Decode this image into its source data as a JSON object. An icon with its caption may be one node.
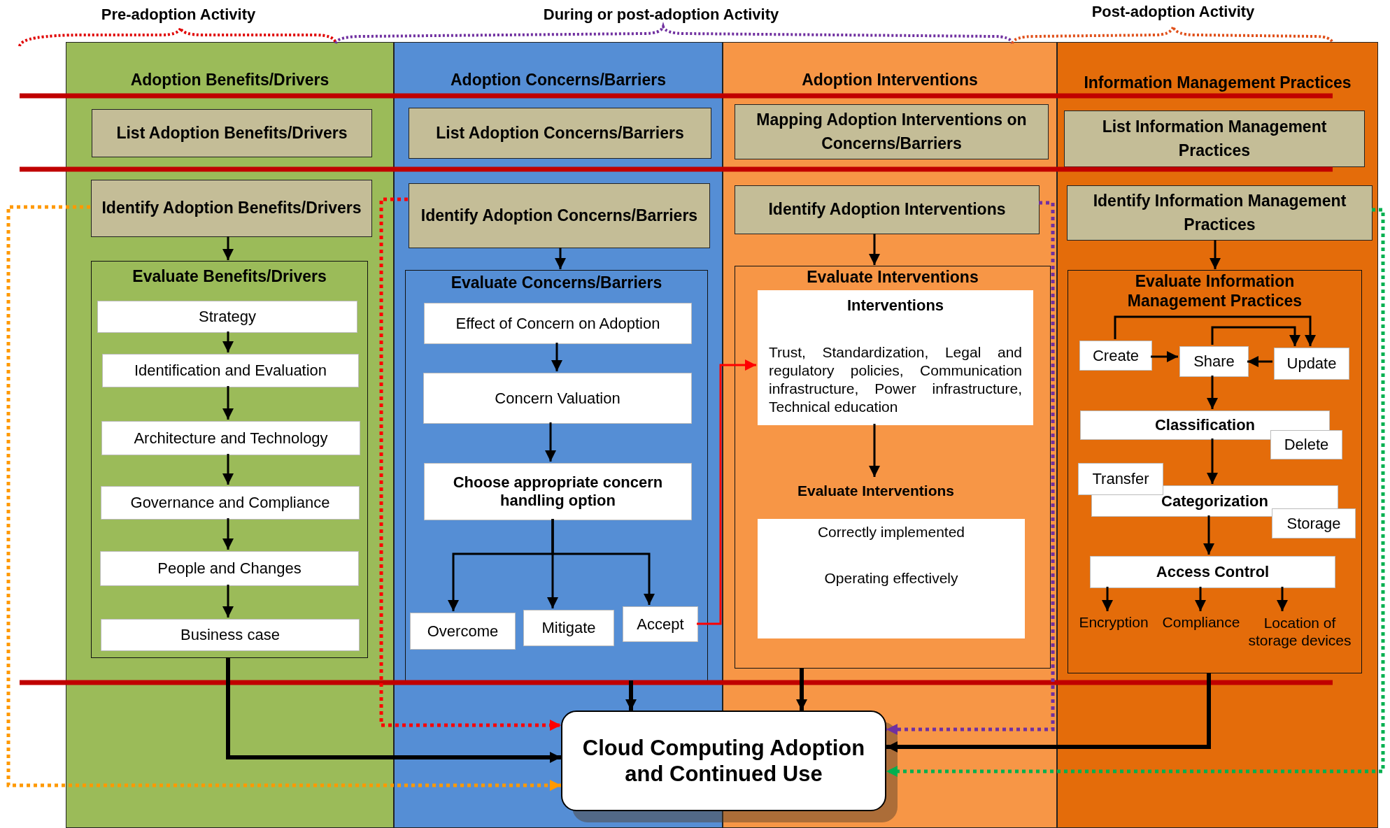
{
  "diagram": {
    "nodes": [
      {
        "text": [
          "Adoption Benefits/Drivers"
        ]
      },
      {
        "text": [
          "List Adoption Benefits/Drivers"
        ],
        "in": 0
      },
      {
        "text": [
          "Identify Adoption Benefits/Drivers"
        ],
        "in": 0
      },
      {
        "text": [
          "Evaluate Benefits/Drivers"
        ],
        "in": 0
      },
      {
        "text": [
          "Strategy"
        ],
        "in": 3
      },
      {
        "text": [
          "Identification and Evaluation"
        ],
        "in": 3
      },
      {
        "text": [
          "Architecture and Technology"
        ],
        "in": 3
      },
      {
        "text": [
          "Governance and Compliance"
        ],
        "in": 3
      },
      {
        "text": [
          "People and Changes"
        ],
        "in": 3
      },
      {
        "text": [
          "Business case"
        ],
        "in": 3
      },
      {
        "text": [
          "Adoption Concerns/Barriers"
        ]
      },
      {
        "text": [
          "List Adoption Concerns/Barriers"
        ],
        "in": 10
      },
      {
        "text": [
          "Identify Adoption Concerns/Barriers"
        ],
        "in": 10
      },
      {
        "text": [
          "Evaluate Concerns/Barriers"
        ],
        "in": 10
      },
      {
        "text": [
          "Effect of Concern on Adoption"
        ],
        "in": 13
      },
      {
        "text": [
          "Concern Valuation"
        ],
        "in": 13
      },
      {
        "text": [
          "Choose appropriate concern handling option"
        ],
        "in": 13
      },
      {
        "text": [
          "Overcome"
        ],
        "in": 13
      },
      {
        "text": [
          "Mitigate"
        ],
        "in": 13
      },
      {
        "text": [
          "Accept"
        ],
        "in": 13
      },
      {
        "text": [
          "Adoption Interventions"
        ]
      },
      {
        "text": [
          "Mapping Adoption Interventions on Concerns/Barriers"
        ],
        "in": 20
      },
      {
        "text": [
          "Identify Adoption Interventions"
        ],
        "in": 20
      },
      {
        "text": [
          "Evaluate Interventions"
        ],
        "in": 20
      },
      {
        "text": [
          "Interventions",
          "Trust, Standardization, Legal and regulatory policies, Communication infrastructure, Power infrastructure, Technical education"
        ],
        "in": 23
      },
      {
        "text": [
          "Evaluate Interventions"
        ],
        "in": 23
      },
      {
        "text": [
          "Correctly implemented",
          "Operating effectively"
        ],
        "in": 23
      },
      {
        "text": [
          "Information Management Practices"
        ]
      },
      {
        "text": [
          "List Information Management Practices"
        ],
        "in": 27
      },
      {
        "text": [
          "Identify Information Management Practices"
        ],
        "in": 27
      },
      {
        "text": [
          "Evaluate Information Management Practices"
        ],
        "in": 27
      },
      {
        "text": [
          "Create"
        ],
        "in": 30
      },
      {
        "text": [
          "Share"
        ],
        "in": 30
      },
      {
        "text": [
          "Update"
        ],
        "in": 30
      },
      {
        "text": [
          "Classification"
        ],
        "in": 30
      },
      {
        "text": [
          "Delete"
        ],
        "in": 30
      },
      {
        "text": [
          "Transfer"
        ],
        "in": 30
      },
      {
        "text": [
          "Categorization"
        ],
        "in": 30
      },
      {
        "text": [
          "Storage"
        ],
        "in": 30
      },
      {
        "text": [
          "Access Control"
        ],
        "in": 30
      },
      {
        "text": [
          "Encryption"
        ],
        "in": 30
      },
      {
        "text": [
          "Compliance"
        ],
        "in": 30
      },
      {
        "text": [
          "Location of storage devices"
        ],
        "in": 30
      },
      {
        "text": [
          "Cloud Computing Adoption and Continued Use"
        ]
      }
    ],
    "edges": [
      {
        "from": 2,
        "to": 3,
        "arrow": "to"
      },
      {
        "from": 4,
        "to": 5,
        "arrow": "to"
      },
      {
        "from": 5,
        "to": 6,
        "arrow": "to"
      },
      {
        "from": 6,
        "to": 7,
        "arrow": "to"
      },
      {
        "from": 7,
        "to": 8,
        "arrow": "to"
      },
      {
        "from": 8,
        "to": 9,
        "arrow": "to"
      },
      {
        "from": 12,
        "to": 13,
        "arrow": "to"
      },
      {
        "from": 14,
        "to": 15,
        "arrow": "to"
      },
      {
        "from": 15,
        "to": 16,
        "arrow": "to"
      },
      {
        "from": 16,
        "to": 17,
        "arrow": "to"
      },
      {
        "from": 16,
        "to": 18,
        "arrow": "to"
      },
      {
        "from": 16,
        "to": 19,
        "arrow": "to"
      },
      {
        "from": 19,
        "to": 24,
        "arrow": "to",
        "color": "#ff0000"
      },
      {
        "from": 22,
        "to": 23,
        "arrow": "to"
      },
      {
        "from": 24,
        "to": 25,
        "arrow": "to"
      },
      {
        "from": 29,
        "to": 30,
        "arrow": "to"
      },
      {
        "from": 31,
        "to": 32,
        "arrow": "to"
      },
      {
        "from": 31,
        "to": 33,
        "arrow": "to"
      },
      {
        "from": 32,
        "to": 33,
        "arrow": "to"
      },
      {
        "from": 33,
        "to": 32,
        "arrow": "to"
      },
      {
        "from": 32,
        "to": 34,
        "arrow": "to"
      },
      {
        "from": 34,
        "to": 37,
        "arrow": "to"
      },
      {
        "from": 37,
        "to": 39,
        "arrow": "to"
      },
      {
        "from": 39,
        "to": 40,
        "arrow": "to"
      },
      {
        "from": 39,
        "to": 41,
        "arrow": "to"
      },
      {
        "from": 39,
        "to": 42,
        "arrow": "to"
      },
      {
        "from": 3,
        "to": 43,
        "arrow": "to",
        "style": "thick"
      },
      {
        "from": 13,
        "to": 43,
        "arrow": "to",
        "style": "thick"
      },
      {
        "from": 23,
        "to": 43,
        "arrow": "to",
        "style": "thick"
      },
      {
        "from": 30,
        "to": 43,
        "arrow": "to",
        "style": "thick"
      },
      {
        "from": 2,
        "to": 43,
        "arrow": "to",
        "style": "dashed",
        "color": "#ff9900"
      },
      {
        "from": 12,
        "to": 43,
        "arrow": "to",
        "style": "dashed",
        "color": "#ff0000"
      },
      {
        "from": 22,
        "to": 43,
        "arrow": "to",
        "style": "dashed",
        "color": "#7030a0"
      },
      {
        "from": 29,
        "to": 43,
        "arrow": "to",
        "style": "dashed",
        "color": "#00b050"
      }
    ],
    "labels": [
      "Pre-adoption Activity",
      "During or post-adoption Activity",
      "Post-adoption Activity"
    ]
  }
}
